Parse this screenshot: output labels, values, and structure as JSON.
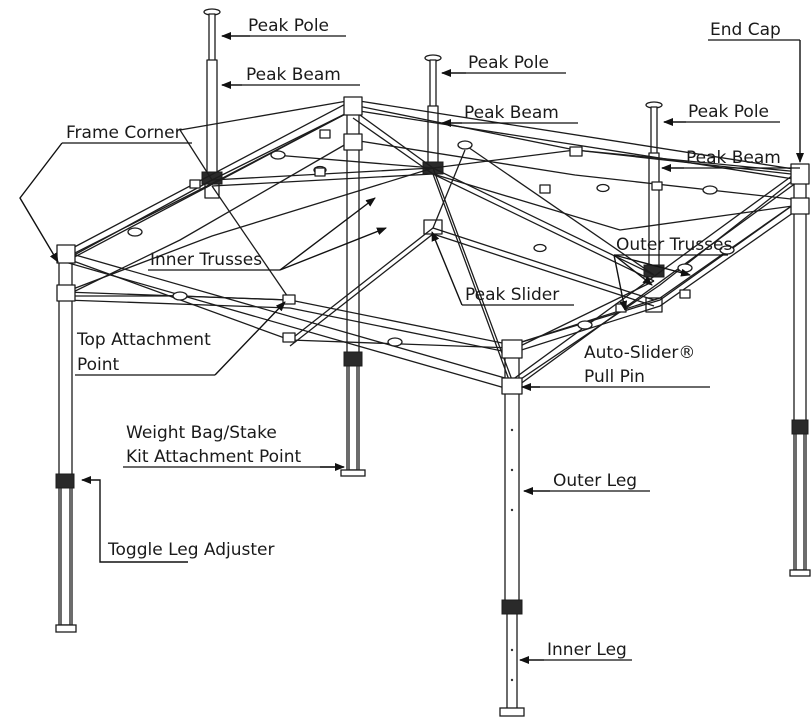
{
  "diagram": {
    "labels": {
      "peak_pole_1": "Peak Pole",
      "peak_beam_1": "Peak Beam",
      "peak_pole_2": "Peak Pole",
      "peak_beam_2": "Peak Beam",
      "peak_pole_3": "Peak Pole",
      "peak_beam_3": "Peak Beam",
      "end_cap": "End Cap",
      "frame_corner": "Frame Corner",
      "inner_trusses": "Inner Trusses",
      "peak_slider": "Peak Slider",
      "outer_trusses": "Outer Trusses",
      "top_attachment_line1": "Top Attachment",
      "top_attachment_line2": "Point",
      "auto_slider_line1": "Auto-Slider®",
      "auto_slider_line2": "Pull Pin",
      "weight_bag_line1": "Weight Bag/Stake",
      "weight_bag_line2": "Kit Attachment Point",
      "toggle_leg_adjuster": "Toggle Leg Adjuster",
      "outer_leg": "Outer Leg",
      "inner_leg": "Inner Leg"
    }
  }
}
